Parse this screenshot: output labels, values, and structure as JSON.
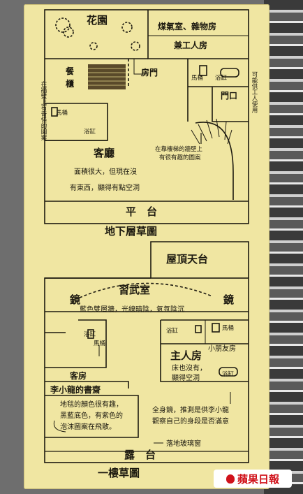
{
  "basement": {
    "garden": "花園",
    "coal_storage": "煤氣室、雜物房",
    "servant_room": "兼工人房",
    "dining_cabinet_1": "餐",
    "dining_cabinet_2": "櫃",
    "room_door": "房門",
    "toilet_right": "馬桶",
    "bathtub_right": "浴缸",
    "servant_use_note": "可能供工人使用",
    "door_label": "門口",
    "wall_note": "在牆壁上有奇怪的圖案",
    "toilet_left": "馬桶",
    "bathtub_left": "浴缸",
    "living_room": "客廳",
    "stair_note_1": "在靠樓梯的牆壁上",
    "stair_note_2": "有很有趣的圖案",
    "living_note_1": "面積很大，但現在沒",
    "living_note_2": "有東西，顯得有點空洞",
    "platform": "平　台",
    "floor_title": "地下層草圖"
  },
  "first_floor": {
    "rooftop": "屋頂天台",
    "martial_room": "習武室",
    "mirror_left": "鏡",
    "mirror_right": "鏡",
    "martial_note": "藍色雙層牆，光線暗陰，氣氛陰沉",
    "bathtub_a": "浴缸",
    "toilet_a": "馬桶",
    "bathtub_b": "浴缸",
    "toilet_b": "馬桶",
    "kids_room": "小朋友房",
    "master_room": "主人房",
    "master_note_1": "床也沒有，",
    "master_note_2": "顯得空洞",
    "bathtub_c": "浴缸",
    "guest_room": "客房",
    "study_title": "李小龍的書齋",
    "study_note_1": "地毯的顏色很有趣，",
    "study_note_2": "黑藍底色，有紫色的",
    "study_note_3": "泡沫圖案在飛散。",
    "mirror_note_1": "全身鏡，推測是供李小龍",
    "mirror_note_2": "觀察自己的身段是否滿意",
    "glass_window": "落地玻璃窗",
    "terrace": "露　台",
    "floor_title": "一樓草圖"
  },
  "logo_text": "蘋果日報"
}
